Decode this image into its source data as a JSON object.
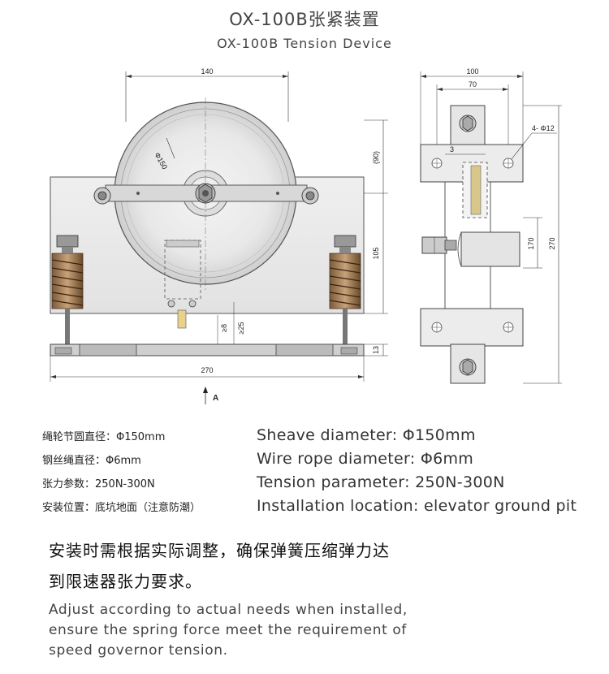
{
  "header": {
    "title_cn": "OX-100B张紧装置",
    "title_en": "OX-100B  Tension Device"
  },
  "drawing": {
    "dimensions": {
      "front_width": "140",
      "diameter": "Φ150",
      "upper_height": "(90)",
      "lower_height": "105",
      "gap_8": "≥8",
      "gap_25": "≥25",
      "base_13": "13",
      "base_width": "270",
      "side_100": "100",
      "side_70": "70",
      "holes": "4- Φ12",
      "side_3": "3",
      "side_170": "170",
      "side_270": "270",
      "view_label": "A"
    }
  },
  "specs": [
    {
      "cn": "绳轮节圆直径：Φ150mm",
      "en": "Sheave diameter:  Φ150mm"
    },
    {
      "cn": "钢丝绳直径：Φ6mm",
      "en": "Wire rope diameter:  Φ6mm"
    },
    {
      "cn": "张力参数：250N-300N",
      "en": "Tension parameter: 250N-300N"
    },
    {
      "cn": "安装位置：底坑地面（注意防潮）",
      "en": "Installation location: elevator ground pit"
    }
  ],
  "note": {
    "cn_line1": "安装时需根据实际调整，确保弹簧压缩弹力达",
    "cn_line2": "到限速器张力要求。",
    "en_line1": "Adjust according to actual needs when installed,",
    "en_line2": "ensure the spring force meet the requirement of",
    "en_line3": "speed governor tension."
  }
}
